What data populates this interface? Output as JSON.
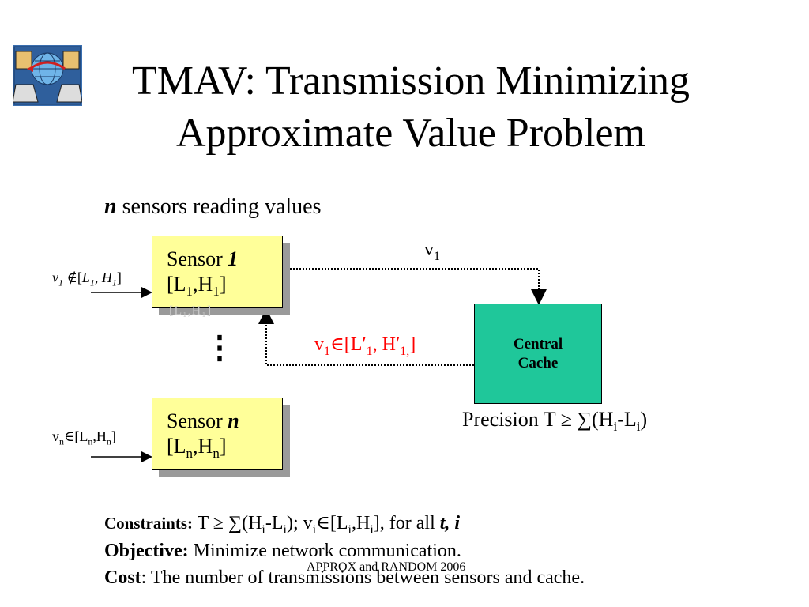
{
  "slide": {
    "title_line1": "TMAV: Transmission Minimizing",
    "title_line2": "Approximate Value Problem",
    "subtitle_var": "n",
    "subtitle_rest": " sensors reading values"
  },
  "sensor1": {
    "label": "Sensor ",
    "index": "1",
    "range_open": "[L",
    "range_sub1": "1",
    "range_mid": ",H",
    "range_sub2": "1",
    "range_close": "]",
    "input_var": "v",
    "input_sub": "1",
    "input_notin": " ∉[",
    "input_L": "L",
    "input_Lsub": "1",
    "input_comma": ", ",
    "input_H": "H",
    "input_Hsub": "1",
    "input_close": "]"
  },
  "sensorn": {
    "label": "Sensor ",
    "index": "n",
    "range_open": "[L",
    "range_sub1": "n",
    "range_mid": ",H",
    "range_sub2": "n",
    "range_close": "]",
    "input_v": "v",
    "input_vsub": "n",
    "input_in": "∈[L",
    "input_Lsub": "n",
    "input_H": ",H",
    "input_Hsub": "n",
    "input_close": "]"
  },
  "shadow_text": "[L₁,H₁]",
  "dots": "⋮",
  "cache": {
    "line1": "Central",
    "line2": "Cache"
  },
  "v1_arrow": {
    "v": "v",
    "sub": "1"
  },
  "red_label": {
    "v": "v",
    "vsub": "1",
    "in": "∈[L′",
    "Lsub": "1",
    "H": ", H′",
    "Hsub": "1,",
    "close": "]"
  },
  "precision": {
    "text": "Precision T ≥ ∑(H",
    "sub1": "i",
    "mid": "-L",
    "sub2": "i",
    "close": ")"
  },
  "constraints": {
    "label": "Constraints:",
    "t1": " T ≥ ∑(H",
    "s1": "i",
    "t2": "-L",
    "s2": "i",
    "t3": "); v",
    "s3": "i",
    "t4": "∈[L",
    "s4": "i",
    "t5": ",H",
    "s5": "i",
    "t6": "], for all ",
    "vars": "t, i"
  },
  "objective": {
    "label": "Objective:",
    "text": " Minimize network communication."
  },
  "cost": {
    "label": "Cost",
    "text": ": The number of transmissions between sensors and cache."
  },
  "footer": "APPROX and RANDOM 2006",
  "colors": {
    "sensor_fill": "#ffff99",
    "cache_fill": "#1fc79a",
    "red_label": "#ff0000"
  },
  "icons": {
    "logo": "network-globe-computers-icon"
  }
}
